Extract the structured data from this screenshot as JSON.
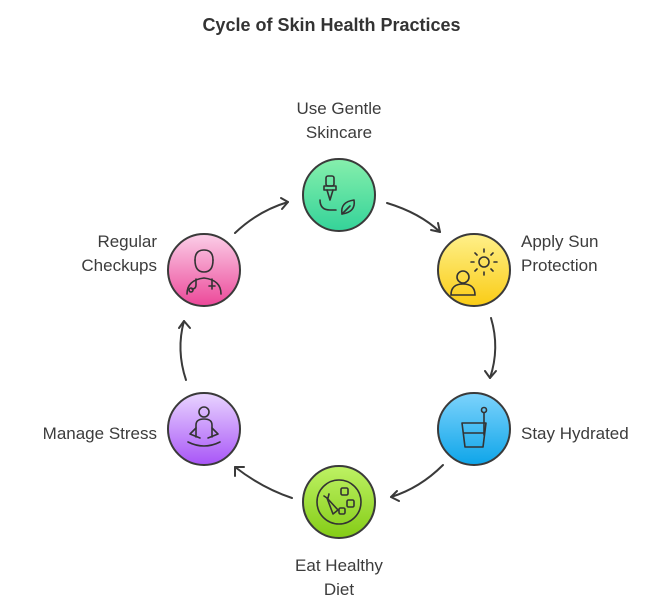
{
  "title": "Cycle of Skin Health Practices",
  "colors": {
    "stroke": "#3a3a3a",
    "gentle": "#5ee39b",
    "sun": "#fde047",
    "hydrate": "#38bdf8",
    "diet": "#a3e635",
    "stress": "#c084fc",
    "checkups": "#f472b6"
  },
  "nodes": [
    {
      "id": "gentle",
      "label_lines": [
        "Use Gentle",
        "Skincare"
      ],
      "icon": "dropper-leaf-icon"
    },
    {
      "id": "sun",
      "label_lines": [
        "Apply Sun",
        "Protection"
      ],
      "icon": "sun-person-icon"
    },
    {
      "id": "hydrate",
      "label_lines": [
        "Stay Hydrated"
      ],
      "icon": "glass-straw-icon"
    },
    {
      "id": "diet",
      "label_lines": [
        "Eat Healthy",
        "Diet"
      ],
      "icon": "healthy-plate-icon"
    },
    {
      "id": "stress",
      "label_lines": [
        "Manage Stress"
      ],
      "icon": "meditation-icon"
    },
    {
      "id": "checkups",
      "label_lines": [
        "Regular",
        "Checkups"
      ],
      "icon": "doctor-icon"
    }
  ]
}
